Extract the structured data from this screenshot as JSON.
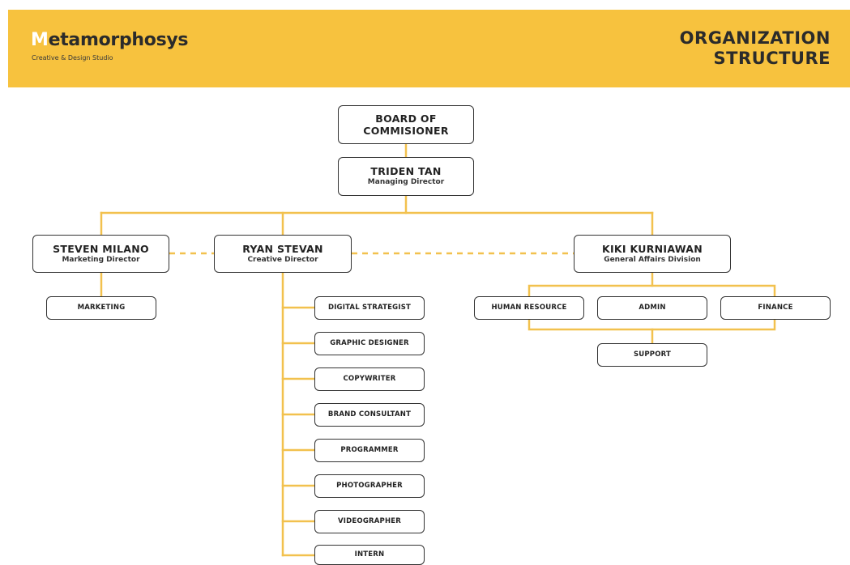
{
  "header": {
    "logo_first_letter": "M",
    "logo_rest": "etamorphosys",
    "logo_subtitle": "Creative & Design Studio",
    "title_line1": "ORGANIZATION",
    "title_line2": "STRUCTURE"
  },
  "nodes": {
    "board": {
      "name_line1": "BOARD OF",
      "name_line2": "COMMISIONER"
    },
    "managing_director": {
      "name": "TRIDEN TAN",
      "role": "Managing Director"
    },
    "marketing_director": {
      "name": "STEVEN MILANO",
      "role": "Marketing Director"
    },
    "creative_director": {
      "name": "RYAN STEVAN",
      "role": "Creative Director"
    },
    "general_affairs": {
      "name": "KIKI KURNIAWAN",
      "role": "General Affairs Division"
    }
  },
  "marketing_team": [
    "MARKETING"
  ],
  "creative_team": [
    "DIGITAL STRATEGIST",
    "GRAPHIC DESIGNER",
    "COPYWRITER",
    "BRAND CONSULTANT",
    "PROGRAMMER",
    "PHOTOGRAPHER",
    "VIDEOGRAPHER",
    "INTERN"
  ],
  "general_affairs_team": [
    "HUMAN RESOURCE",
    "ADMIN",
    "FINANCE"
  ],
  "support_team": [
    "SUPPORT"
  ],
  "colors": {
    "accent": "#f7c23e",
    "connector": "#f2c14e",
    "box_border": "#333333",
    "text": "#222222"
  }
}
